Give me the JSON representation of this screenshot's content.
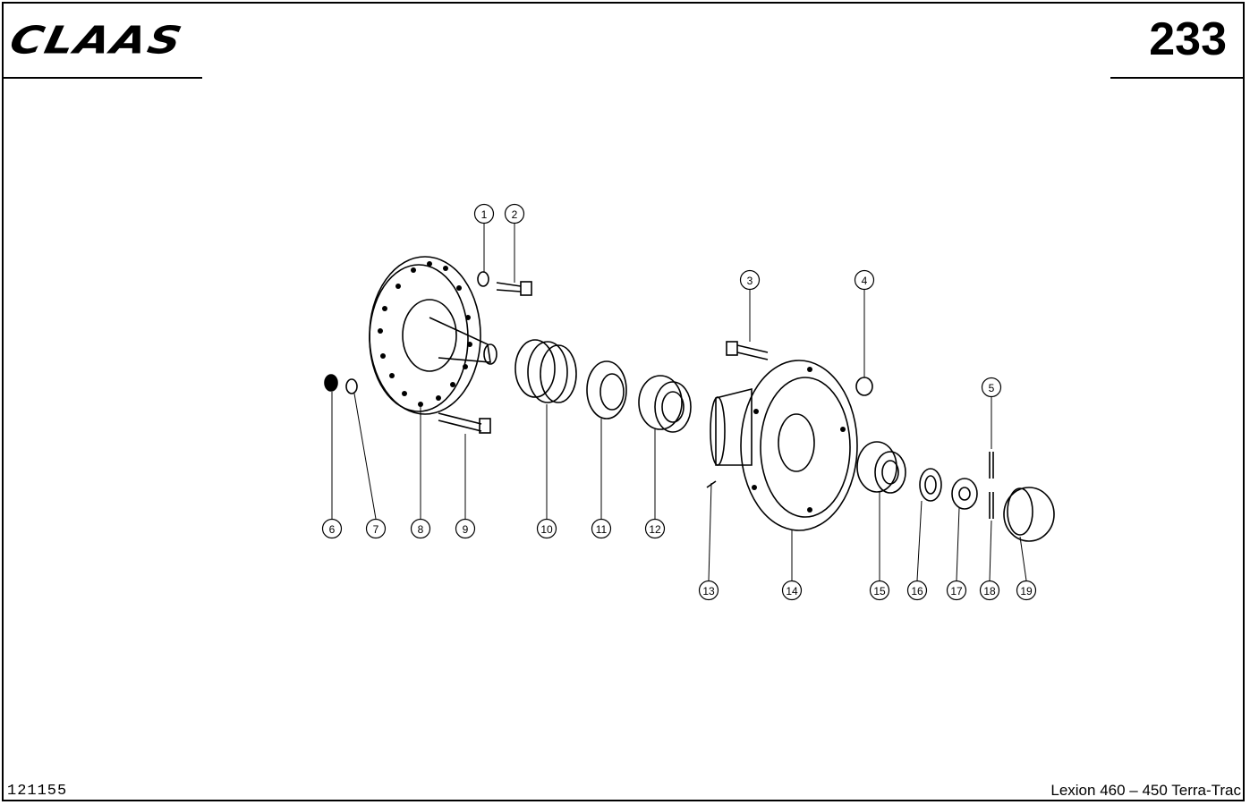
{
  "header": {
    "brand": "CLAAS",
    "page_number": "233"
  },
  "footer": {
    "drawing_number": "121155",
    "model": "Lexion 460 – 450 Terra-Trac"
  },
  "callouts": [
    "1",
    "2",
    "3",
    "4",
    "5",
    "6",
    "7",
    "8",
    "9",
    "10",
    "11",
    "12",
    "13",
    "14",
    "15",
    "16",
    "17",
    "18",
    "19"
  ]
}
